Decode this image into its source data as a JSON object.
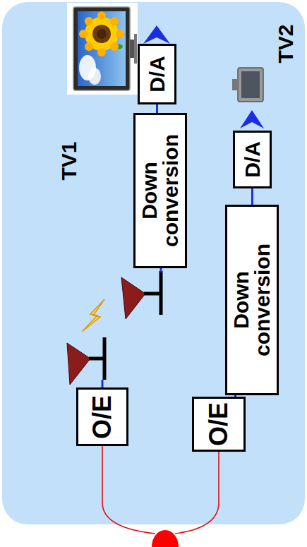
{
  "diagram": {
    "nodes": [
      {
        "text": [
          "O/E"
        ]
      },
      {
        "text": [
          "Down conversion"
        ]
      },
      {
        "text": [
          "D/A"
        ]
      },
      {
        "text": [
          "O/E"
        ]
      },
      {
        "text": [
          "Down conversion"
        ]
      },
      {
        "text": [
          "D/A"
        ]
      }
    ],
    "edges": [
      {
        "from": 1,
        "to": 2,
        "arrow": "none"
      },
      {
        "from": 3,
        "to": 4,
        "arrow": "none"
      },
      {
        "from": 4,
        "to": 5,
        "arrow": "none"
      }
    ],
    "labels": [
      "TV1",
      "TV2"
    ]
  }
}
